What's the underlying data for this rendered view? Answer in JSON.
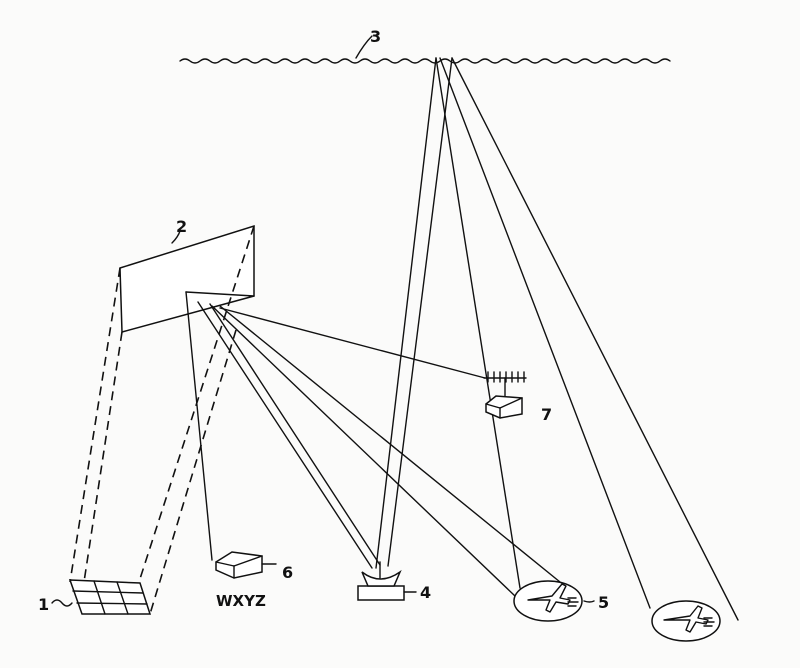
{
  "labels": {
    "ref1": "1",
    "ref2": "2",
    "ref3": "3",
    "ref4": "4",
    "ref5": "5",
    "ref6": "6",
    "ref7": "7",
    "station": "WXYZ"
  }
}
